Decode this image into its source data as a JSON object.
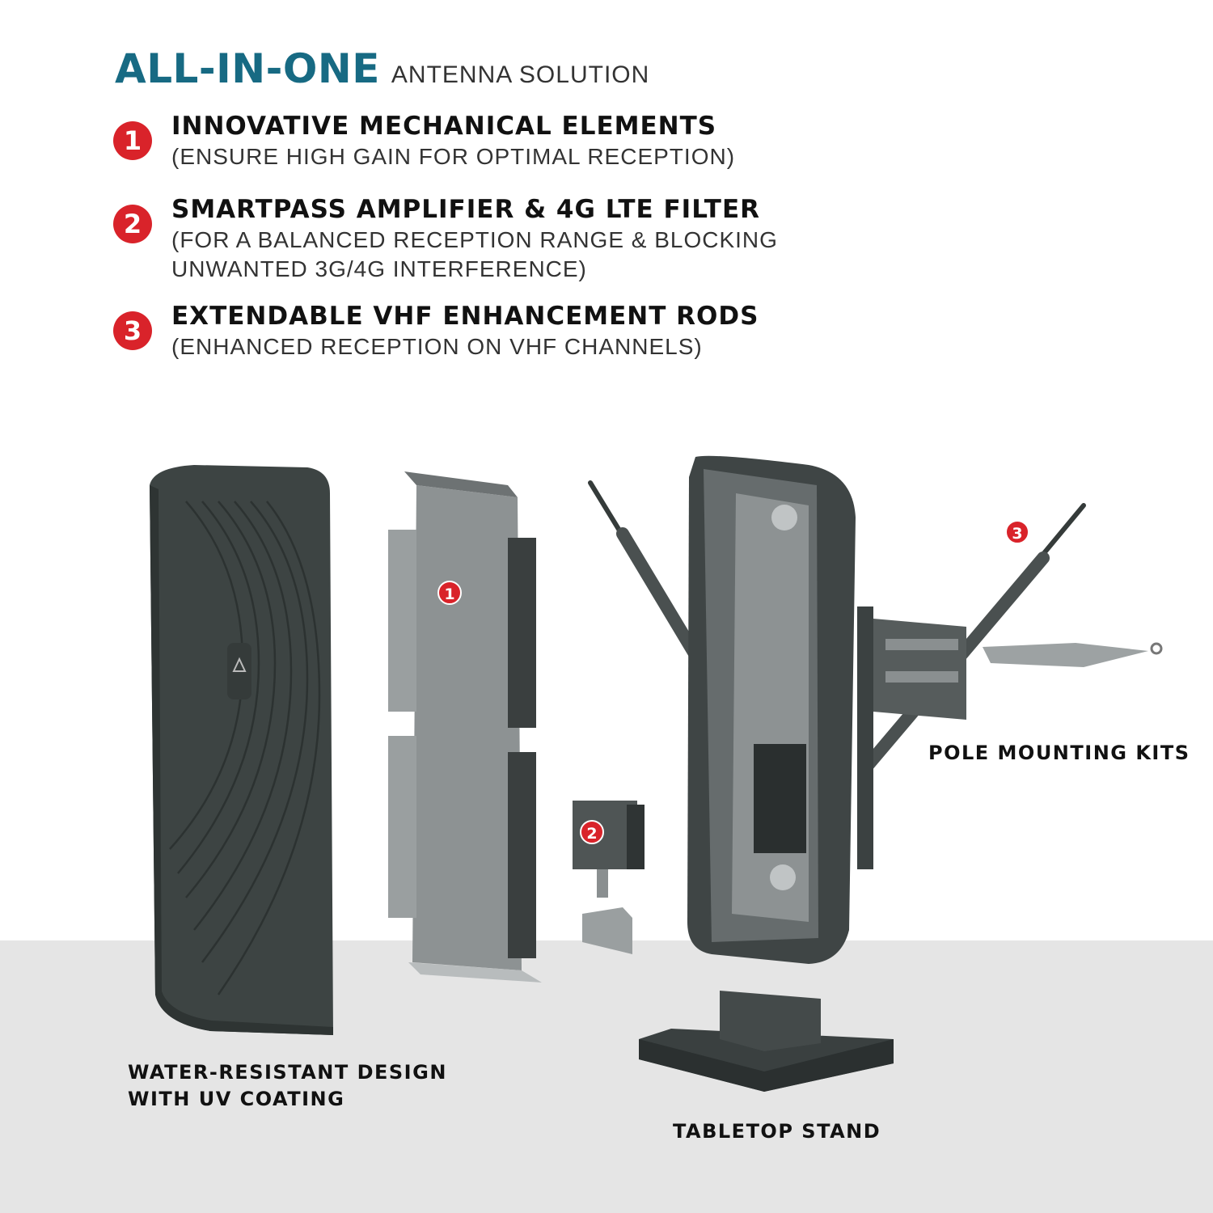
{
  "header": {
    "title_bold": "ALL-IN-ONE",
    "title_light": "ANTENNA SOLUTION"
  },
  "features": [
    {
      "number": "1",
      "heading": "INNOVATIVE MECHANICAL ELEMENTS",
      "sub": "(ENSURE HIGH GAIN FOR OPTIMAL RECEPTION)"
    },
    {
      "number": "2",
      "heading": "SMARTPASS AMPLIFIER & 4G LTE FILTER",
      "sub": "(FOR A BALANCED RECEPTION RANGE & BLOCKING",
      "sub2": "UNWANTED 3G/4G INTERFERENCE)"
    },
    {
      "number": "3",
      "heading": "EXTENDABLE VHF ENHANCEMENT RODS",
      "sub": "(ENHANCED RECEPTION ON VHF CHANNELS)"
    }
  ],
  "labels": {
    "pole": "POLE MOUNTING KITS",
    "water1": "WATER-RESISTANT DESIGN",
    "water2": "WITH UV COATING",
    "stand": "TABLETOP STAND"
  },
  "markers": [
    "1",
    "2",
    "3"
  ],
  "colors": {
    "accent": "#176a83",
    "badge": "#d9232a",
    "product": "#3d4443",
    "floor": "#e5e5e5"
  }
}
